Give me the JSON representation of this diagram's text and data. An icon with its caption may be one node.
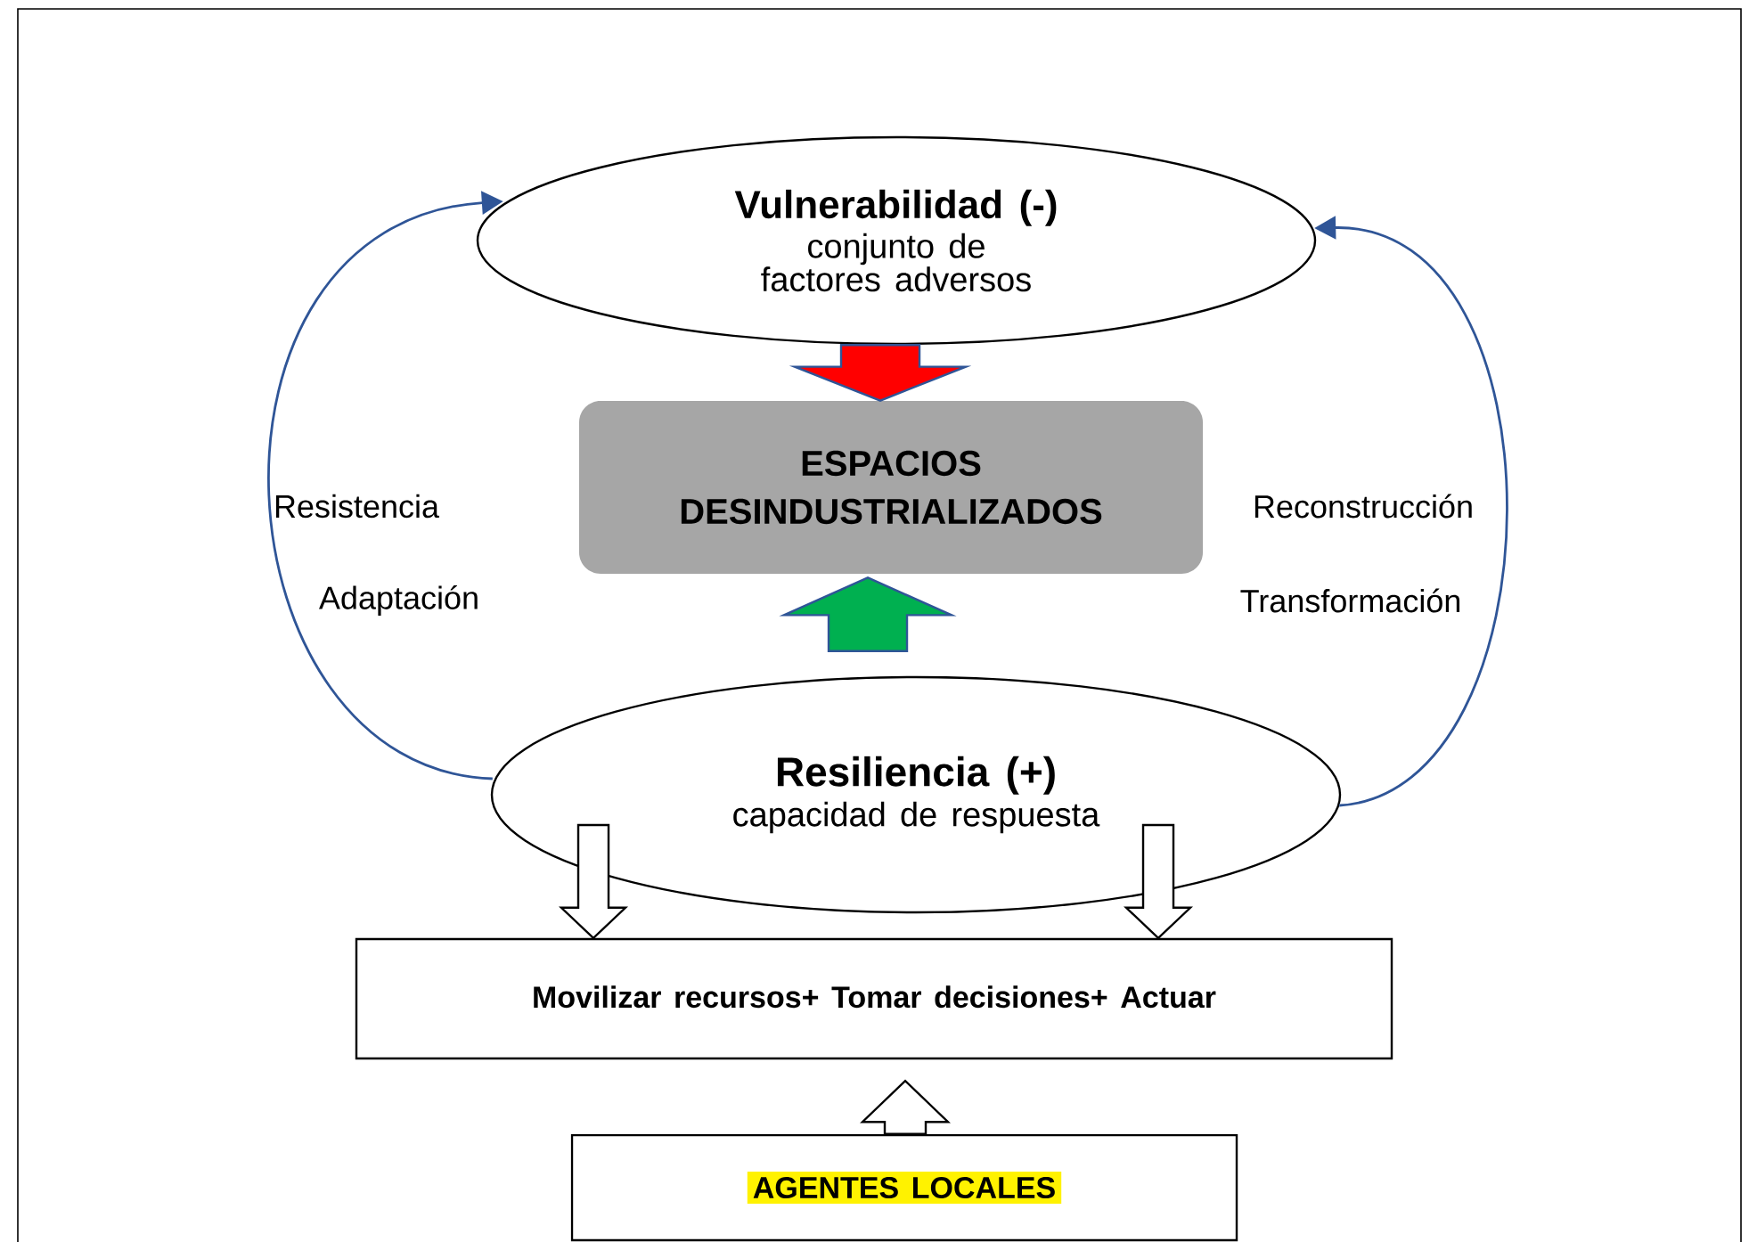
{
  "diagram": {
    "nodes": [
      {
        "text": [
          "Vulnerabilidad (-)",
          "conjunto de factores adversos"
        ]
      },
      {
        "text": [
          "ESPACIOS DESINDUSTRIALIZADOS"
        ]
      },
      {
        "text": [
          "Resiliencia (+)",
          "capacidad de respuesta"
        ]
      },
      {
        "text": [
          "Movilizar recursos+ Tomar decisiones+ Actuar"
        ]
      },
      {
        "text": [
          "AGENTES LOCALES"
        ]
      }
    ],
    "edges": [
      {
        "from": 0,
        "to": 1,
        "arrow": "to",
        "color": "#ff0000"
      },
      {
        "from": 2,
        "to": 1,
        "arrow": "to",
        "color": "#00b050"
      },
      {
        "from": 2,
        "to": 0,
        "arrow": "to",
        "color": "#2f5597"
      },
      {
        "from": 2,
        "to": 0,
        "arrow": "to",
        "color": "#2f5597"
      },
      {
        "from": 2,
        "to": 3,
        "arrow": "to"
      },
      {
        "from": 2,
        "to": 3,
        "arrow": "to"
      },
      {
        "from": 4,
        "to": 3,
        "arrow": "to"
      }
    ],
    "labels": [
      "Resistencia",
      "Reconstrucción",
      "Adaptación",
      "Transformación"
    ]
  }
}
